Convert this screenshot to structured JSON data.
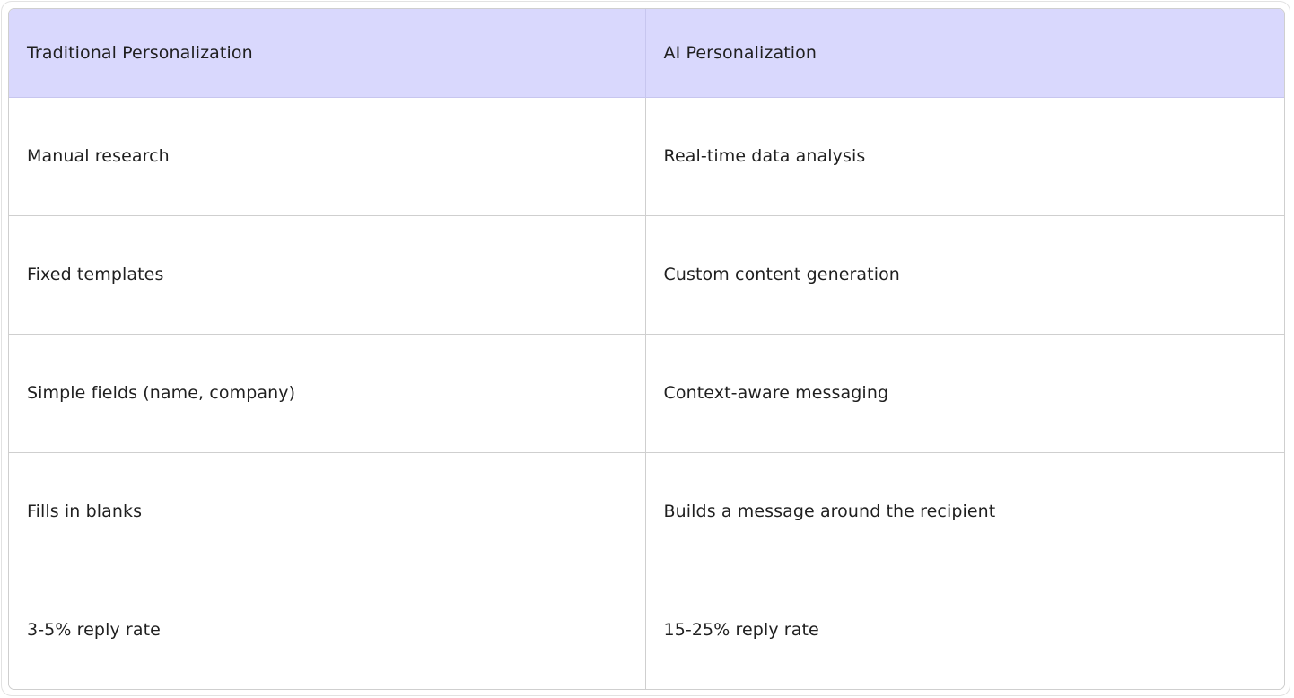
{
  "table": {
    "headers": [
      "Traditional Personalization",
      "AI Personalization"
    ],
    "rows": [
      [
        "Manual research",
        "Real-time data analysis"
      ],
      [
        "Fixed templates",
        "Custom content generation"
      ],
      [
        "Simple fields (name, company)",
        "Context-aware messaging"
      ],
      [
        "Fills in blanks",
        "Builds a message around the recipient"
      ],
      [
        "3-5% reply rate",
        "15-25% reply rate"
      ]
    ]
  },
  "colors": {
    "header_background": "#d9d8fd",
    "border": "#cfcfcf",
    "text": "#1f1f1f"
  }
}
